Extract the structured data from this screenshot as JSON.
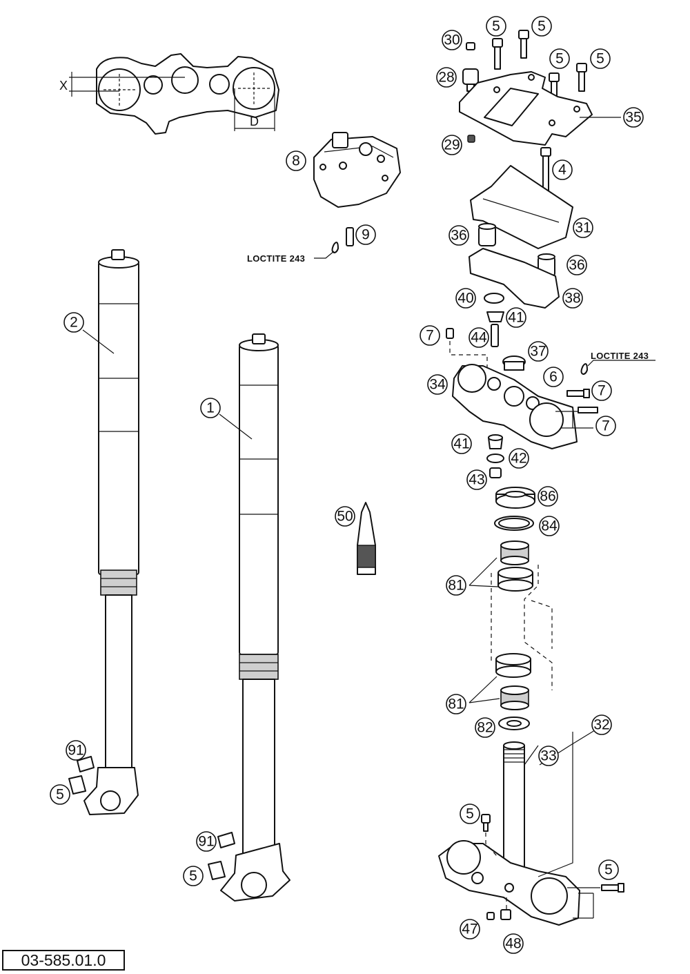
{
  "document_number": "03-585.01.0",
  "notes": [
    "LOCTITE 243",
    "LOCTITE 243"
  ],
  "dimension_labels": [
    "X",
    "D"
  ],
  "callouts": [
    "30",
    "5",
    "5",
    "5",
    "5",
    "28",
    "35",
    "29",
    "4",
    "8",
    "31",
    "36",
    "9",
    "36",
    "38",
    "40",
    "41",
    "44",
    "7",
    "37",
    "6",
    "7",
    "34",
    "7",
    "41",
    "42",
    "43",
    "86",
    "84",
    "2",
    "1",
    "50",
    "81",
    "81",
    "82",
    "32",
    "33",
    "91",
    "5",
    "5",
    "91",
    "5",
    "5",
    "47",
    "48"
  ]
}
